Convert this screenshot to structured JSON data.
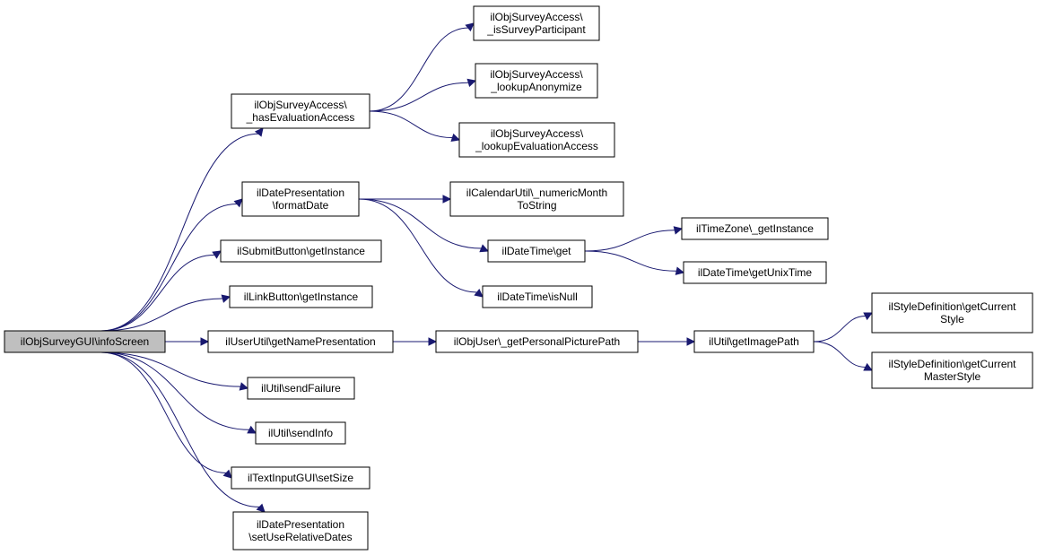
{
  "graph": {
    "edge_color": "#191970",
    "root_fill": "#bfbfbf",
    "node_fill": "#ffffff",
    "nodes": [
      {
        "id": "root",
        "lines": [
          "ilObjSurveyGUI\\infoScreen"
        ]
      },
      {
        "id": "hasEval",
        "lines": [
          "ilObjSurveyAccess\\",
          "_hasEvaluationAccess"
        ]
      },
      {
        "id": "isPart",
        "lines": [
          "ilObjSurveyAccess\\",
          "_isSurveyParticipant"
        ]
      },
      {
        "id": "lookupAnon",
        "lines": [
          "ilObjSurveyAccess\\",
          "_lookupAnonymize"
        ]
      },
      {
        "id": "lookupEval",
        "lines": [
          "ilObjSurveyAccess\\",
          "_lookupEvaluationAccess"
        ]
      },
      {
        "id": "formatDate",
        "lines": [
          "ilDatePresentation",
          "\\formatDate"
        ]
      },
      {
        "id": "numMonth",
        "lines": [
          "ilCalendarUtil\\_numericMonth",
          "ToString"
        ]
      },
      {
        "id": "dtGet",
        "lines": [
          "ilDateTime\\get"
        ]
      },
      {
        "id": "tzInst",
        "lines": [
          "ilTimeZone\\_getInstance"
        ]
      },
      {
        "id": "unixTime",
        "lines": [
          "ilDateTime\\getUnixTime"
        ]
      },
      {
        "id": "isNull",
        "lines": [
          "ilDateTime\\isNull"
        ]
      },
      {
        "id": "submitBtn",
        "lines": [
          "ilSubmitButton\\getInstance"
        ]
      },
      {
        "id": "linkBtn",
        "lines": [
          "ilLinkButton\\getInstance"
        ]
      },
      {
        "id": "namePres",
        "lines": [
          "ilUserUtil\\getNamePresentation"
        ]
      },
      {
        "id": "picPath",
        "lines": [
          "ilObjUser\\_getPersonalPicturePath"
        ]
      },
      {
        "id": "imgPath",
        "lines": [
          "ilUtil\\getImagePath"
        ]
      },
      {
        "id": "curStyle",
        "lines": [
          "ilStyleDefinition\\getCurrent",
          "Style"
        ]
      },
      {
        "id": "curMaster",
        "lines": [
          "ilStyleDefinition\\getCurrent",
          "MasterStyle"
        ]
      },
      {
        "id": "sendFail",
        "lines": [
          "ilUtil\\sendFailure"
        ]
      },
      {
        "id": "sendInfo",
        "lines": [
          "ilUtil\\sendInfo"
        ]
      },
      {
        "id": "setSize",
        "lines": [
          "ilTextInputGUI\\setSize"
        ]
      },
      {
        "id": "relDates",
        "lines": [
          "ilDatePresentation",
          "\\setUseRelativeDates"
        ]
      }
    ],
    "edges": [
      [
        "root",
        "hasEval"
      ],
      [
        "root",
        "formatDate"
      ],
      [
        "root",
        "submitBtn"
      ],
      [
        "root",
        "linkBtn"
      ],
      [
        "root",
        "namePres"
      ],
      [
        "root",
        "sendFail"
      ],
      [
        "root",
        "sendInfo"
      ],
      [
        "root",
        "setSize"
      ],
      [
        "root",
        "relDates"
      ],
      [
        "hasEval",
        "isPart"
      ],
      [
        "hasEval",
        "lookupAnon"
      ],
      [
        "hasEval",
        "lookupEval"
      ],
      [
        "formatDate",
        "numMonth"
      ],
      [
        "formatDate",
        "dtGet"
      ],
      [
        "formatDate",
        "isNull"
      ],
      [
        "dtGet",
        "tzInst"
      ],
      [
        "dtGet",
        "unixTime"
      ],
      [
        "namePres",
        "picPath"
      ],
      [
        "picPath",
        "imgPath"
      ],
      [
        "imgPath",
        "curStyle"
      ],
      [
        "imgPath",
        "curMaster"
      ]
    ]
  }
}
